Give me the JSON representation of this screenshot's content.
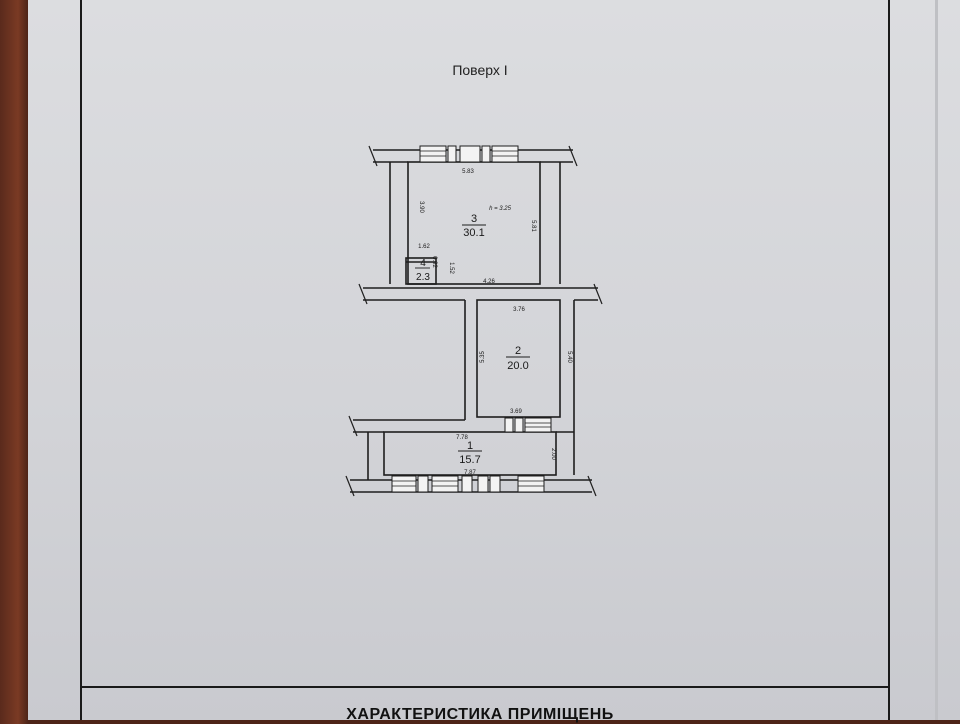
{
  "floor_title": "Поверх I",
  "section_title": "ХАРАКТЕРИСТИКА ПРИМІЩЕНЬ",
  "rooms": [
    {
      "number": "3",
      "area": "30.1"
    },
    {
      "number": "4",
      "area": "2.3"
    },
    {
      "number": "2",
      "area": "20.0"
    },
    {
      "number": "1",
      "area": "15.7"
    }
  ],
  "ceiling_height": "h = 3.25",
  "dimensions": {
    "r3_top": "5.83",
    "r3_left": "3.90",
    "r3_right": "5.81",
    "r3_bottom": "4.26",
    "r4_top": "1.62",
    "r4_left": "0.92",
    "r4_right": "1.52",
    "r2_top": "3.76",
    "r2_left": "5.35",
    "r2_right": "5.40",
    "r2_bottom": "3.69",
    "r1_top": "7.78",
    "r1_bottom": "7.87",
    "r1_right": "2.00"
  }
}
